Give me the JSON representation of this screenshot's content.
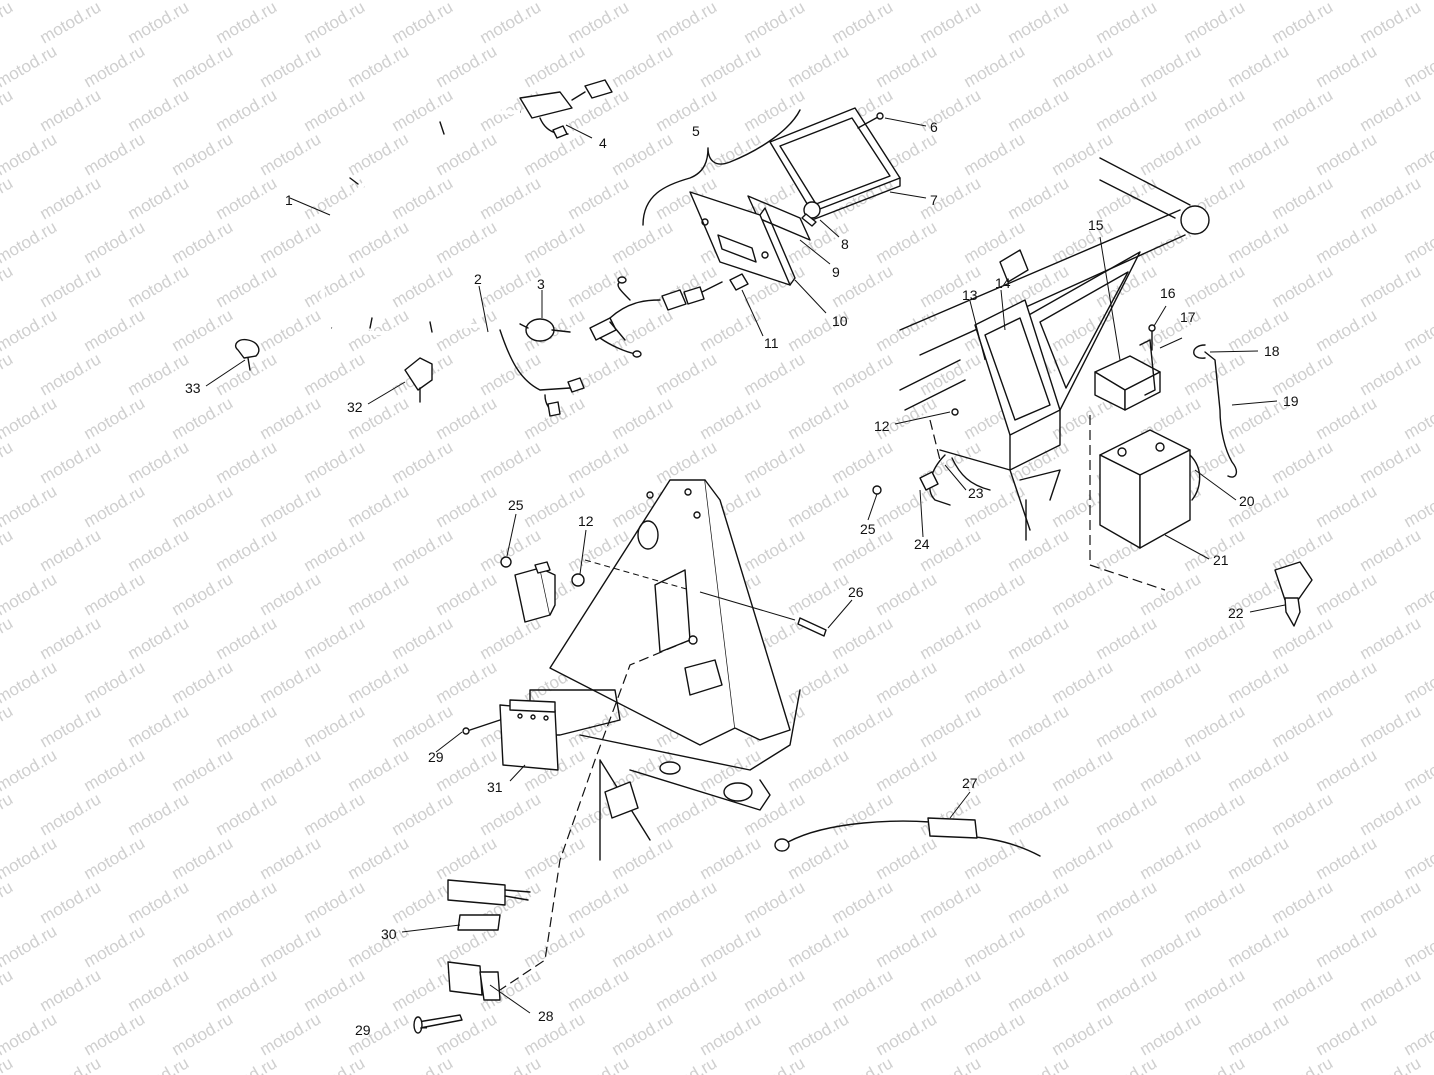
{
  "watermark": {
    "text": "motod.ru",
    "color": "#cfcfcf"
  },
  "callouts": [
    {
      "id": "c1",
      "text": "1"
    },
    {
      "id": "c2",
      "text": "2"
    },
    {
      "id": "c3",
      "text": "3"
    },
    {
      "id": "c4",
      "text": "4"
    },
    {
      "id": "c5",
      "text": "5"
    },
    {
      "id": "c6",
      "text": "6"
    },
    {
      "id": "c7",
      "text": "7"
    },
    {
      "id": "c8",
      "text": "8"
    },
    {
      "id": "c9",
      "text": "9"
    },
    {
      "id": "c10",
      "text": "10"
    },
    {
      "id": "c11",
      "text": "11"
    },
    {
      "id": "c12a",
      "text": "12"
    },
    {
      "id": "c12b",
      "text": "12"
    },
    {
      "id": "c13",
      "text": "13"
    },
    {
      "id": "c14",
      "text": "14"
    },
    {
      "id": "c15",
      "text": "15"
    },
    {
      "id": "c16",
      "text": "16"
    },
    {
      "id": "c17",
      "text": "17"
    },
    {
      "id": "c18",
      "text": "18"
    },
    {
      "id": "c19",
      "text": "19"
    },
    {
      "id": "c20",
      "text": "20"
    },
    {
      "id": "c21",
      "text": "21"
    },
    {
      "id": "c22",
      "text": "22"
    },
    {
      "id": "c23",
      "text": "23"
    },
    {
      "id": "c24",
      "text": "24"
    },
    {
      "id": "c25a",
      "text": "25"
    },
    {
      "id": "c25b",
      "text": "25"
    },
    {
      "id": "c26",
      "text": "26"
    },
    {
      "id": "c27",
      "text": "27"
    },
    {
      "id": "c28",
      "text": "28"
    },
    {
      "id": "c29a",
      "text": "29"
    },
    {
      "id": "c29b",
      "text": "29"
    },
    {
      "id": "c30",
      "text": "30"
    },
    {
      "id": "c31",
      "text": "31"
    },
    {
      "id": "c32",
      "text": "32"
    },
    {
      "id": "c33",
      "text": "33"
    }
  ]
}
